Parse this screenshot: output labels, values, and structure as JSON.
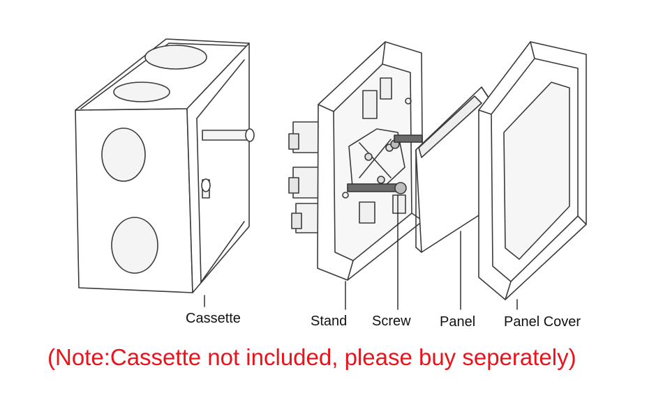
{
  "labels": {
    "cassette": "Cassette",
    "stand": "Stand",
    "screw": "Screw",
    "panel": "Panel",
    "panel_cover": "Panel Cover"
  },
  "note": "(Note:Cassette not included, please buy seperately)",
  "colors": {
    "note": "#e8141b",
    "line": "#3a3a3a",
    "label": "#111111"
  }
}
